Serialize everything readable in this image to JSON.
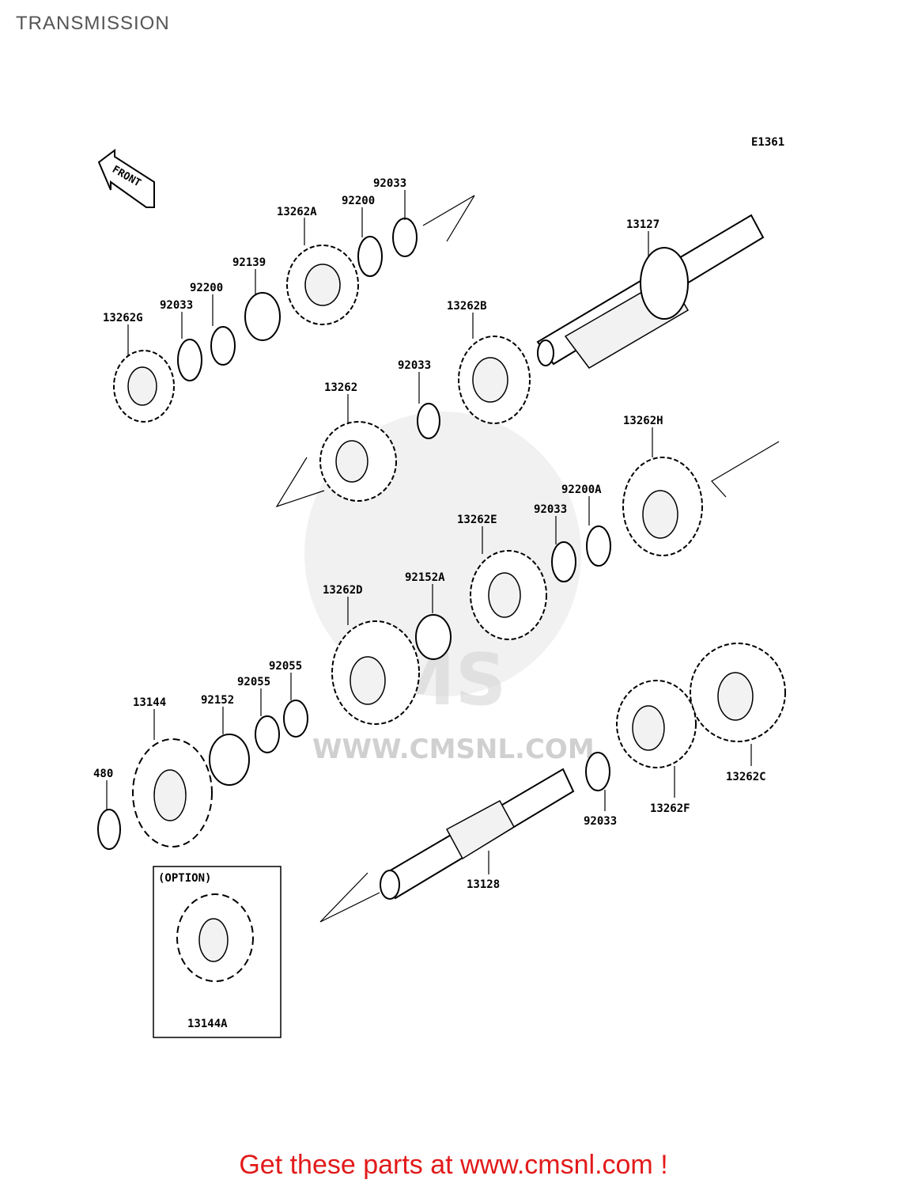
{
  "title": "TRANSMISSION",
  "diagram_code": "E1361",
  "front_label": "FRONT",
  "option_label": "(OPTION)",
  "watermark": "WWW.CMSNL.COM",
  "footer": "Get these parts at www.cmsnl.com !",
  "part_labels": {
    "p92033_a": "92033",
    "p92200_a": "92200",
    "p13262A": "13262A",
    "p92139": "92139",
    "p92200_b": "92200",
    "p92033_b": "92033",
    "p13262G": "13262G",
    "p13127": "13127",
    "p13262B": "13262B",
    "p92033_c": "92033",
    "p13262": "13262",
    "p13262H": "13262H",
    "p92200A": "92200A",
    "p92033_d": "92033",
    "p13262E": "13262E",
    "p92152A": "92152A",
    "p13262D": "13262D",
    "p92055_a": "92055",
    "p92055_b": "92055",
    "p92152": "92152",
    "p13144": "13144",
    "p480": "480",
    "p13262C": "13262C",
    "p13262F": "13262F",
    "p92033_e": "92033",
    "p13128": "13128",
    "p13144A": "13144A"
  }
}
